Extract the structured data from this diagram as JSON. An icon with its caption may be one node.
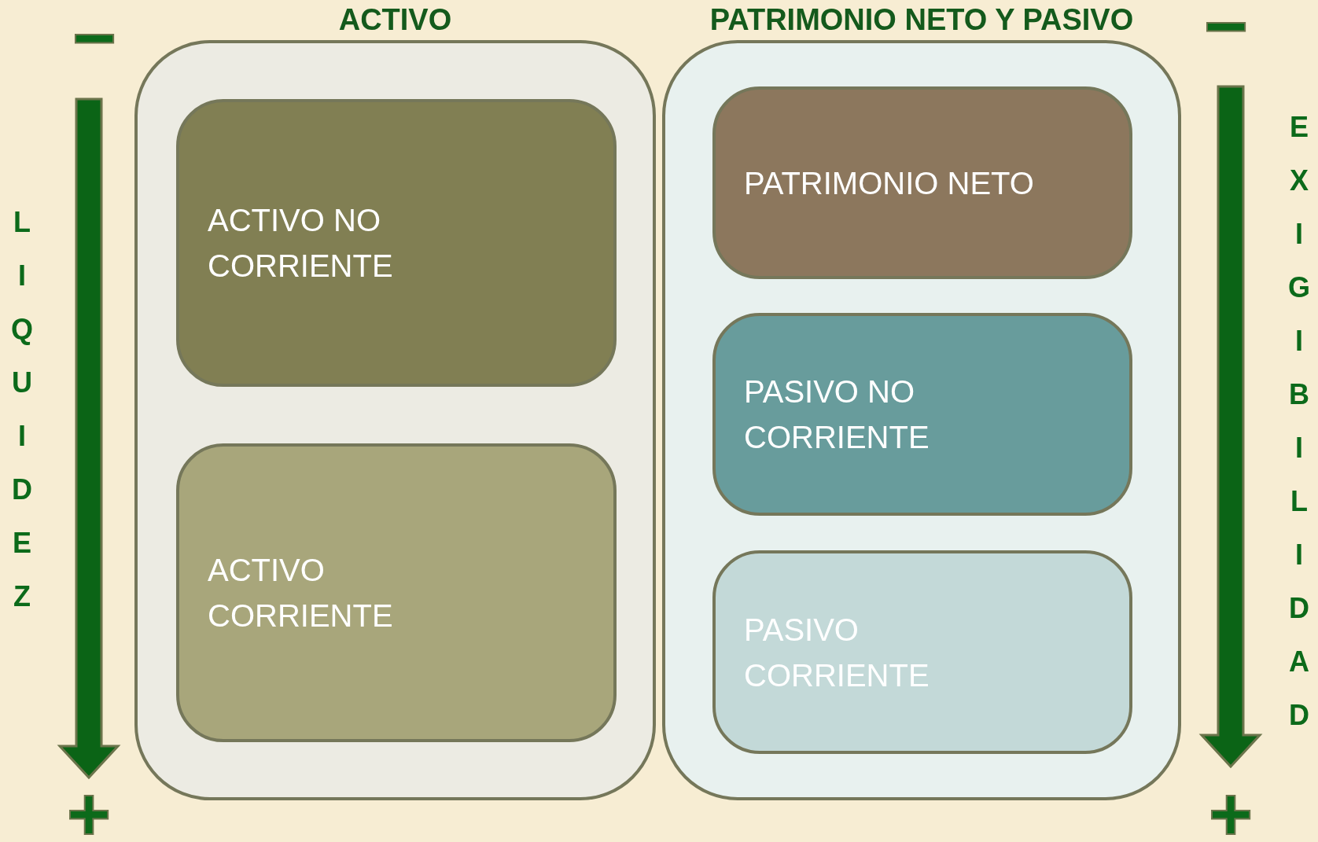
{
  "diagram": {
    "nodes": [
      {
        "text": [
          "ACTIVO"
        ]
      },
      {
        "text": [
          "ACTIVO NO CORRIENTE"
        ],
        "in": 0
      },
      {
        "text": [
          "ACTIVO CORRIENTE"
        ],
        "in": 0
      },
      {
        "text": [
          "PATRIMONIO NETO Y PASIVO"
        ]
      },
      {
        "text": [
          "PATRIMONIO NETO"
        ],
        "in": 3
      },
      {
        "text": [
          "PASIVO NO CORRIENTE"
        ],
        "in": 3
      },
      {
        "text": [
          "PASIVO CORRIENTE"
        ],
        "in": 3
      }
    ],
    "edges": [],
    "labels": [
      "−",
      "−",
      "LIQUIDEZ",
      "EXIGIBILIDAD",
      "+",
      "+"
    ]
  }
}
